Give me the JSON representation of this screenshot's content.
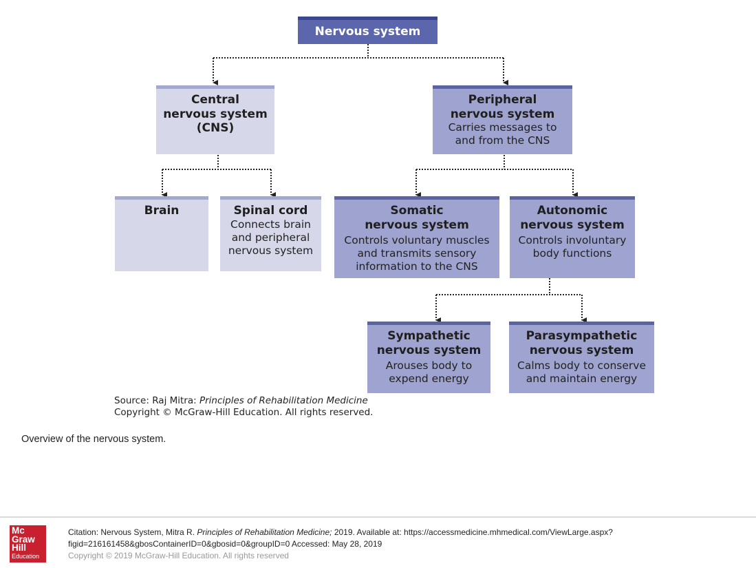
{
  "nodes": {
    "nervous_system": {
      "title": "Nervous system"
    },
    "cns": {
      "title": "Central\nnervous system\n(CNS)"
    },
    "pns": {
      "title": "Peripheral\nnervous system",
      "desc": "Carries messages to\nand from the CNS"
    },
    "brain": {
      "title": "Brain"
    },
    "spinal_cord": {
      "title": "Spinal cord",
      "desc": "Connects brain\nand peripheral\nnervous system"
    },
    "somatic": {
      "title": "Somatic\nnervous system",
      "desc": "Controls voluntary muscles\nand transmits sensory\ninformation to the CNS"
    },
    "autonomic": {
      "title": "Autonomic\nnervous system",
      "desc": "Controls involuntary\nbody functions"
    },
    "sympathetic": {
      "title": "Sympathetic\nnervous system",
      "desc": "Arouses body to\nexpend energy"
    },
    "parasympathetic": {
      "title": "Parasympathetic\nnervous system",
      "desc": "Calms body to conserve\nand maintain energy"
    }
  },
  "source": {
    "prefix": "Source: Raj Mitra: ",
    "book": "Principles of Rehabilitation Medicine",
    "copyright": "Copyright © McGraw-Hill Education. All rights reserved."
  },
  "caption": "Overview of the nervous system.",
  "footer": {
    "logo_lines": [
      "Mc",
      "Graw",
      "Hill",
      "Education"
    ],
    "citation_prefix": "Citation: Nervous System, Mitra R. ",
    "citation_book": "Principles of Rehabilitation Medicine;",
    "citation_rest": " 2019. Available at: https://accessmedicine.mhmedical.com/ViewLarge.aspx?",
    "citation_line2": "figid=216161458&gbosContainerID=0&gbosid=0&groupID=0 Accessed: May 28, 2019",
    "copyright": "Copyright © 2019 McGraw-Hill Education. All rights reserved"
  },
  "colors": {
    "dark": "#5b66ad",
    "mid": "#9ea3cf",
    "light": "#d6d8ea",
    "logo_red": "#c8202f"
  }
}
